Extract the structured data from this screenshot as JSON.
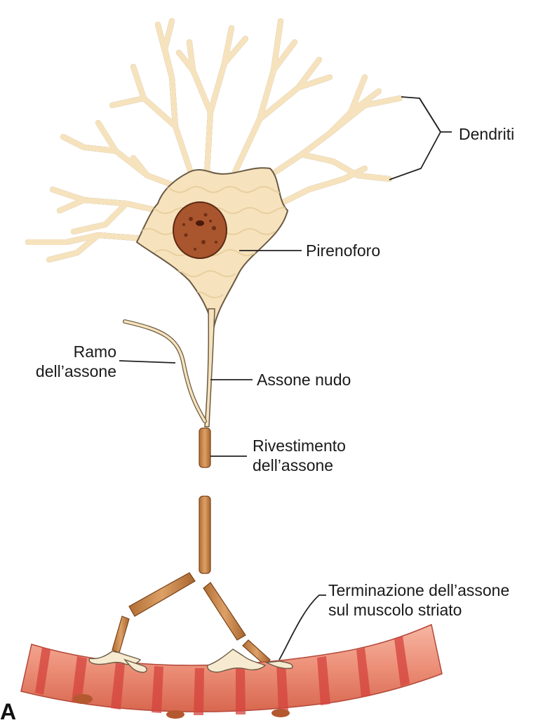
{
  "labels": {
    "dendriti": "Dendriti",
    "pirenoforo": "Pirenoforo",
    "ramo_line1": "Ramo",
    "ramo_line2": "dell’assone",
    "assone_nudo": "Assone nudo",
    "rivestimento_line1": "Rivestimento",
    "rivestimento_line2": "dell’assone",
    "terminazione_line1": "Terminazione dell’assone",
    "terminazione_line2": "sul muscolo striato"
  },
  "panel_letter": "A",
  "colors": {
    "cytoplasm": "#f6e3bd",
    "membrane_outline": "#6b5a44",
    "nucleus": "#a9552e",
    "myelin": "#c98a4c",
    "muscle": "#e98a72",
    "muscle_band": "#d5433d",
    "leader_line": "#222222"
  }
}
